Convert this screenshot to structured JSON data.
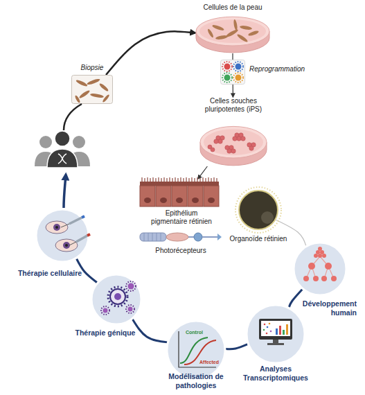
{
  "diagram": {
    "nodes": [
      {
        "text": [
          "Biopsie"
        ]
      },
      {
        "text": [
          "Cellules de la peau"
        ]
      },
      {
        "text": [
          "Reprogrammation"
        ]
      },
      {
        "text": [
          "Celles souches pluripotentes (iPS)"
        ]
      },
      {
        "text": [
          "Epithélium pigmentaire rétinien"
        ]
      },
      {
        "text": [
          "Photorécepteurs"
        ]
      },
      {
        "text": [
          "Organoïde rétinien"
        ]
      },
      {
        "text": [
          "Développement humain"
        ]
      },
      {
        "text": [
          "Analyses Transcriptomiques"
        ]
      },
      {
        "text": [
          "Modélisation de pathologies"
        ]
      },
      {
        "text": [
          "Thérapie génique"
        ]
      },
      {
        "text": [
          "Thérapie cellulaire"
        ]
      }
    ],
    "edges": [
      {
        "from": 0,
        "to": 1,
        "arrow": "to"
      },
      {
        "from": 1,
        "to": 2,
        "arrow": "none"
      },
      {
        "from": 2,
        "to": 3,
        "arrow": "to"
      },
      {
        "from": 3,
        "to": 4,
        "arrow": "to"
      },
      {
        "from": 6,
        "to": 7,
        "arrow": "none"
      },
      {
        "from": 7,
        "to": 8,
        "arrow": "none"
      },
      {
        "from": 8,
        "to": 9,
        "arrow": "none"
      },
      {
        "from": 9,
        "to": 10,
        "arrow": "none"
      },
      {
        "from": 10,
        "to": 11,
        "arrow": "none"
      }
    ],
    "labels": [
      "Control",
      "Affected"
    ]
  }
}
